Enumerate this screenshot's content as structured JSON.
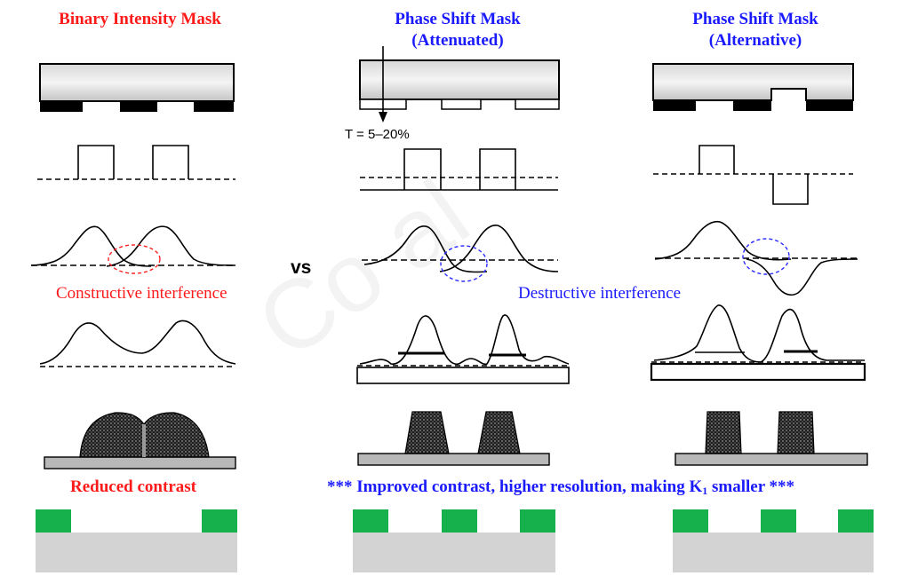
{
  "columns": {
    "binary": {
      "title": "Binary Intensity Mask",
      "interference": "Constructive interference",
      "conclusion": "Reduced contrast"
    },
    "attenuated": {
      "title_line1": "Phase Shift Mask",
      "title_line2": "(Attenuated)",
      "transmission": "T = 5–20%"
    },
    "alternative": {
      "title_line1": "Phase Shift Mask",
      "title_line2": "(Alternative)"
    }
  },
  "vs_label": "vs",
  "destructive_label": "Destructive interference",
  "improvement": {
    "prefix": "*** Improved contrast, higher resolution, making K",
    "subscript": "1",
    "suffix": " smaller ***"
  },
  "watermark": "Co   al",
  "colors": {
    "red": "#ff1a1a",
    "blue": "#1a1aff",
    "green": "#16b04c",
    "substrate": "#d3d3d3",
    "circle_red": "#ff2020",
    "circle_blue": "#2a2aff"
  }
}
